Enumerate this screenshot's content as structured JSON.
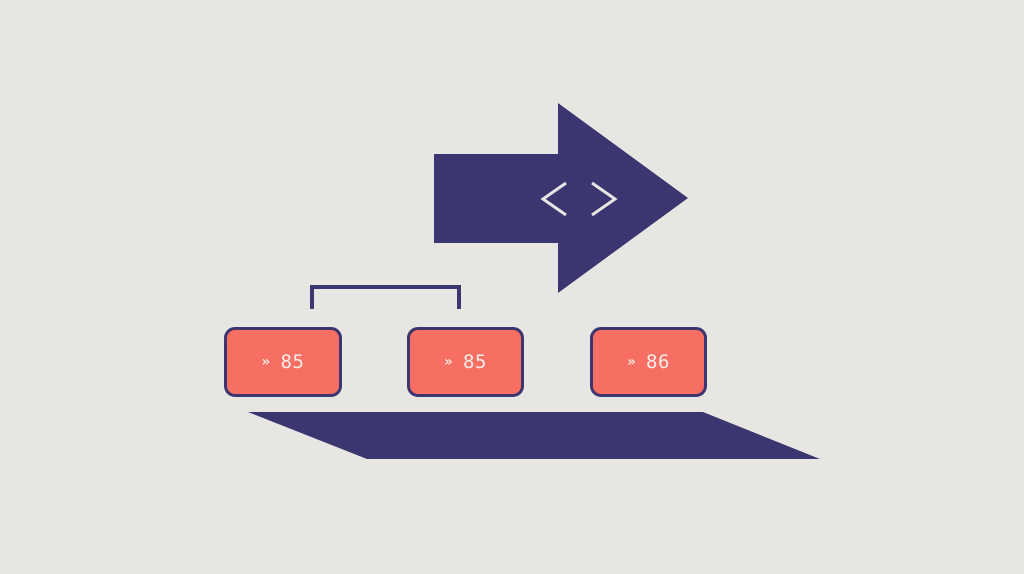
{
  "arrow": {
    "symbol": "<>"
  },
  "tags": [
    {
      "glyph": "»",
      "value": "85"
    },
    {
      "glyph": "»",
      "value": "85"
    },
    {
      "glyph": "»",
      "value": "86"
    }
  ],
  "colors": {
    "background": "#e8e6e3",
    "primary": "#3b3570",
    "accent": "#f76e63",
    "symbol": "#e8e6e3",
    "tag_text": "#f7ede8"
  }
}
